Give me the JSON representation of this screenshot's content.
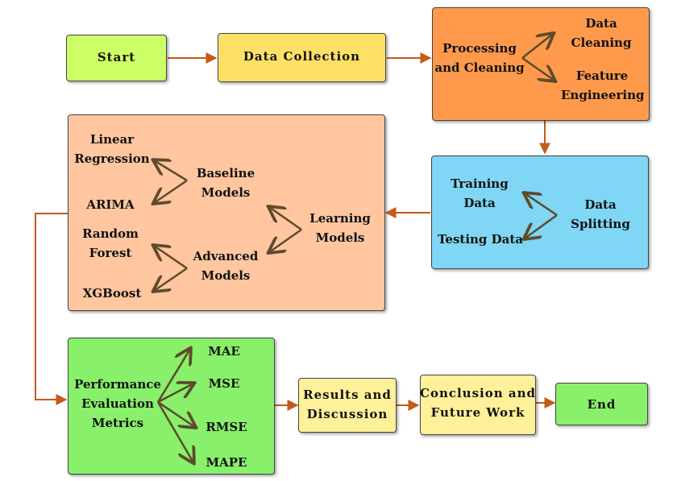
{
  "colors": {
    "flow_arrow": "#c55a1b",
    "branch_arrow": "#5e4a2c",
    "start": "#ccff66",
    "collection": "#ffe066",
    "processing": "#ff9a4d",
    "learning": "#ffc6a0",
    "splitting": "#7fd6f5",
    "evaluation": "#88f06a",
    "results": "#fff09a",
    "end": "#88f06a"
  },
  "nodes": {
    "start": "Start",
    "data_collection": "Data Collection",
    "processing": "Processing\nand Cleaning",
    "data_cleaning": "Data\nCleaning",
    "feature_engineering": "Feature\nEngineering",
    "data_splitting": "Data\nSplitting",
    "training_data": "Training\nData",
    "testing_data": "Testing Data",
    "learning_models": "Learning\nModels",
    "baseline_models": "Baseline\nModels",
    "advanced_models": "Advanced\nModels",
    "linear_regression": "Linear\nRegression",
    "arima": "ARIMA",
    "random_forest": "Random\nForest",
    "xgboost": "XGBoost",
    "performance": "Performance\nEvaluation\nMetrics",
    "mae": "MAE",
    "mse": "MSE",
    "rmse": "RMSE",
    "mape": "MAPE",
    "results": "Results and\nDiscussion",
    "conclusion": "Conclusion and\nFuture Work",
    "end": "End"
  }
}
